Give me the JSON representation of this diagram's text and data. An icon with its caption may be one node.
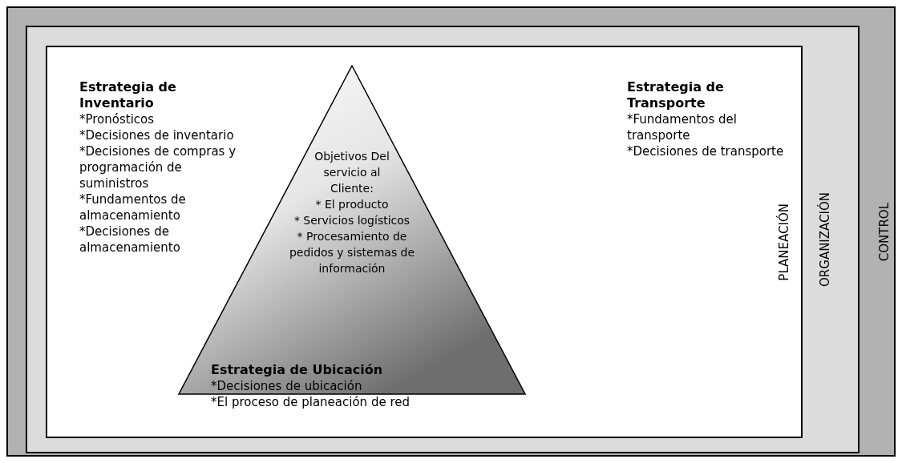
{
  "diagram": {
    "nodes": [
      {
        "text": [
          "CONTROL"
        ]
      },
      {
        "text": [
          "ORGANIZACIÓN"
        ],
        "in": 0
      },
      {
        "text": [
          "PLANEACIÓN"
        ],
        "in": 1
      },
      {
        "text": [
          "Objetivos Del servicio al Cliente:",
          "* El producto",
          "* Servicios logísticos",
          "* Procesamiento de pedidos y sistemas de información"
        ],
        "in": 2
      }
    ],
    "edges": [],
    "labels": [
      "Estrategia de Inventario",
      "*Pronósticos",
      "*Decisiones de inventario",
      "*Decisiones de compras y programación de suministros",
      "*Fundamentos de almacenamiento",
      "*Decisiones de almacenamiento",
      "Estrategia de Transporte",
      "*Fundamentos del transporte",
      "*Decisiones de transporte",
      "Estrategia de Ubicación",
      "*Decisiones de ubicación",
      "*El proceso de planeación de red"
    ]
  }
}
